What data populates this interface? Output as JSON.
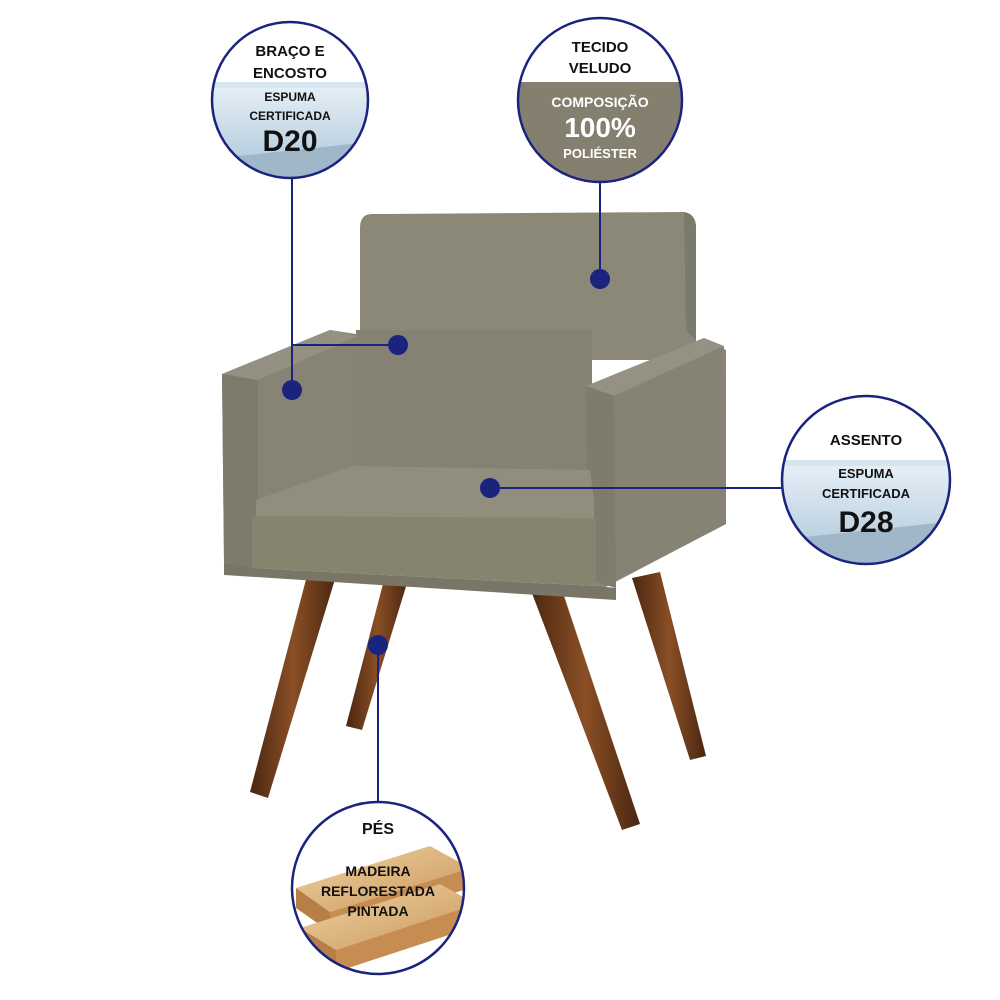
{
  "colors": {
    "accent": "#1a237e",
    "fabric": "#8a8778",
    "legs": "#6b3a1c",
    "foam": "#b8d0e0",
    "wood": "#d9b483"
  },
  "callouts": {
    "arm_back": {
      "title_line1": "BRAÇO E",
      "title_line2": "ENCOSTO",
      "desc_line1": "ESPUMA",
      "desc_line2": "CERTIFICADA",
      "code": "D20",
      "icon": "foam-block-icon"
    },
    "fabric": {
      "title_line1": "TECIDO",
      "title_line2": "VELUDO",
      "desc_line1": "COMPOSIÇÃO",
      "percent": "100%",
      "desc_line2": "POLIÉSTER",
      "icon": "fabric-swatch-icon"
    },
    "seat": {
      "title": "ASSENTO",
      "desc_line1": "ESPUMA",
      "desc_line2": "CERTIFICADA",
      "code": "D28",
      "icon": "foam-block-icon"
    },
    "feet": {
      "title": "PÉS",
      "desc_line1": "MADEIRA",
      "desc_line2": "REFLORESTADA",
      "desc_line3": "PINTADA",
      "icon": "wood-planks-icon"
    }
  }
}
